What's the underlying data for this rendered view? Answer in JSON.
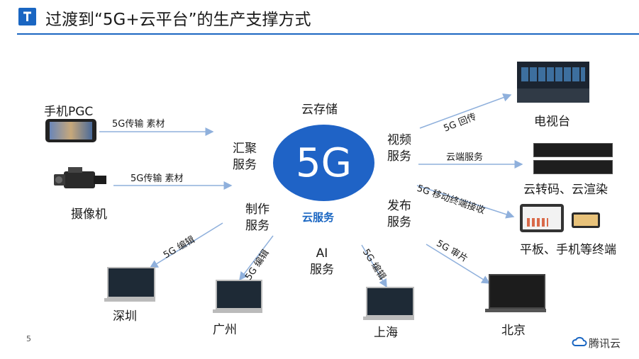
{
  "header": {
    "title": "过渡到“5G+云平台”的生产支撑方式"
  },
  "center": {
    "label": "5G",
    "sub": "云服务"
  },
  "services": {
    "cloud_storage": "云存储",
    "aggregate": [
      "汇聚",
      "服务"
    ],
    "production": [
      "制作",
      "服务"
    ],
    "ai": [
      "AI",
      "服务"
    ],
    "video": [
      "视频",
      "服务"
    ],
    "publish": [
      "发布",
      "服务"
    ]
  },
  "sources": [
    {
      "name": "手机PGC",
      "edge": "5G传输 素材"
    },
    {
      "name": "摄像机",
      "edge": "5G传输 素材"
    }
  ],
  "destinations": [
    {
      "name": "电视台",
      "edge": "5G 回传"
    },
    {
      "name": "云转码、云渲染",
      "edge": "云端服务"
    },
    {
      "name": "平板、手机等终端",
      "edge": "5G 移动终端接收"
    },
    {
      "name": "北京",
      "edge": "5G 审片"
    }
  ],
  "editors": [
    {
      "name": "深圳",
      "edge": "5G 编辑"
    },
    {
      "name": "广州",
      "edge": "5G 编辑"
    },
    {
      "name": "上海",
      "edge": "5G 编辑"
    }
  ],
  "footer": {
    "page_number": "5",
    "brand": "腾讯云"
  },
  "colors": {
    "accent": "#1a66c2",
    "oval": "#1f63c6",
    "arrow": "#8fb0dc"
  }
}
